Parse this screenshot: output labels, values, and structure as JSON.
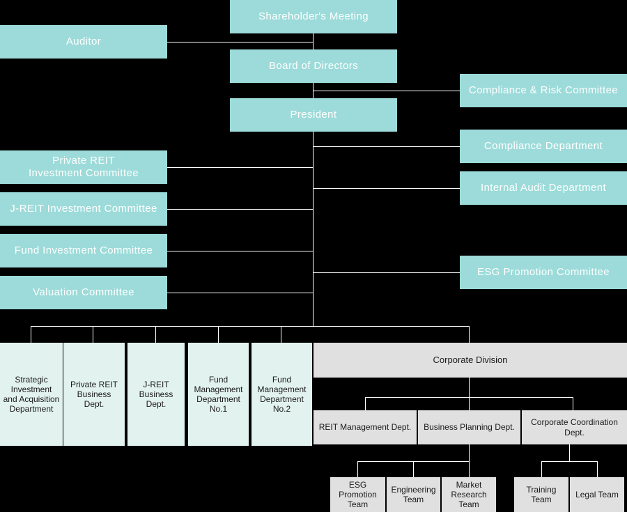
{
  "chart": {
    "title": "Organization Chart",
    "colors": {
      "background": "#000000",
      "governance_box": "#9cdbd9",
      "governance_text": "#ffffff",
      "business_box": "#e2f2ef",
      "corporate_box": "#e0e0e0",
      "body_text": "#1a1a1a",
      "connector": "#ffffff"
    }
  },
  "governance": {
    "shareholders_meeting": "Shareholder's Meeting",
    "auditor": "Auditor",
    "board_of_directors": "Board of Directors",
    "president": "President",
    "compliance_risk_committee": "Compliance & Risk Committee",
    "compliance_department": "Compliance Department",
    "internal_audit_department": "Internal Audit Department",
    "esg_promotion_committee": "ESG Promotion Committee"
  },
  "committees": [
    {
      "label": "Private REIT\nInvestment Committee",
      "line1": "Private REIT",
      "line2": "Investment Committee"
    },
    {
      "label": "J-REIT Investment Committee",
      "line1": "J-REIT Investment Committee",
      "line2": ""
    },
    {
      "label": "Fund Investment Committee",
      "line1": "Fund Investment Committee",
      "line2": ""
    },
    {
      "label": "Valuation Committee",
      "line1": "Valuation Committee",
      "line2": ""
    }
  ],
  "business_departments": [
    "Strategic Investment and Acquisition Department",
    "Private REIT Business Dept.",
    "J-REIT Business Dept.",
    "Fund Management Department No.1",
    "Fund Management Department No.2"
  ],
  "corporate": {
    "division": "Corporate Division",
    "departments": [
      "REIT Management Dept.",
      "Business Planning Dept.",
      "Corporate Coordination Dept."
    ],
    "teams": [
      "ESG Promotion Team",
      "Engineering Team",
      "Market Research Team",
      "Training Team",
      "Legal Team"
    ]
  }
}
